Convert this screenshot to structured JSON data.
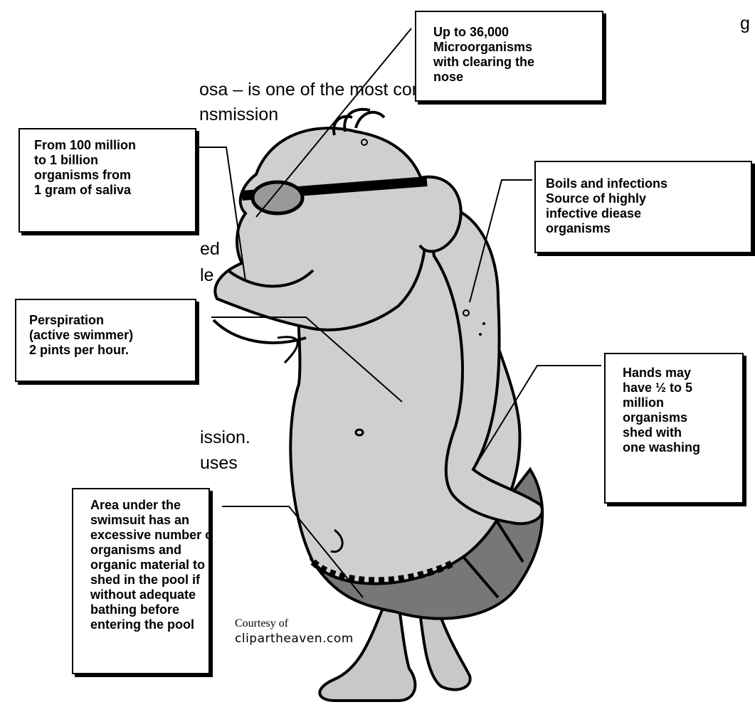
{
  "background_text": [
    "osa – is one of the most common",
    "nsmission",
    "ed",
    "le",
    "ission.",
    "uses",
    "g"
  ],
  "callouts": [
    {
      "id": "nose",
      "lines": [
        "Up to 36,000",
        "Microorganisms",
        "with clearing the",
        "nose"
      ]
    },
    {
      "id": "saliva",
      "lines": [
        "From 100 million",
        "to 1 billion",
        "organisms from",
        "1 gram of saliva"
      ]
    },
    {
      "id": "boils",
      "lines": [
        "Boils and infections",
        "Source of highly",
        "infective diease",
        "organisms"
      ]
    },
    {
      "id": "perspiration",
      "lines": [
        "Perspiration",
        "(active swimmer)",
        "2 pints per hour."
      ]
    },
    {
      "id": "hands",
      "lines": [
        "Hands may",
        "have ½ to 5",
        "million",
        "organisms",
        "shed with",
        "one washing"
      ]
    },
    {
      "id": "swimsuit",
      "lines": [
        "Area under the",
        "swimsuit has an",
        "excessive number of",
        "organisms and",
        "organic material to",
        "shed in the pool if",
        "without adequate",
        "bathing before",
        "entering the pool"
      ]
    }
  ],
  "credit": {
    "line1": "Courtesy of",
    "line2": "clipartheaven.com"
  }
}
